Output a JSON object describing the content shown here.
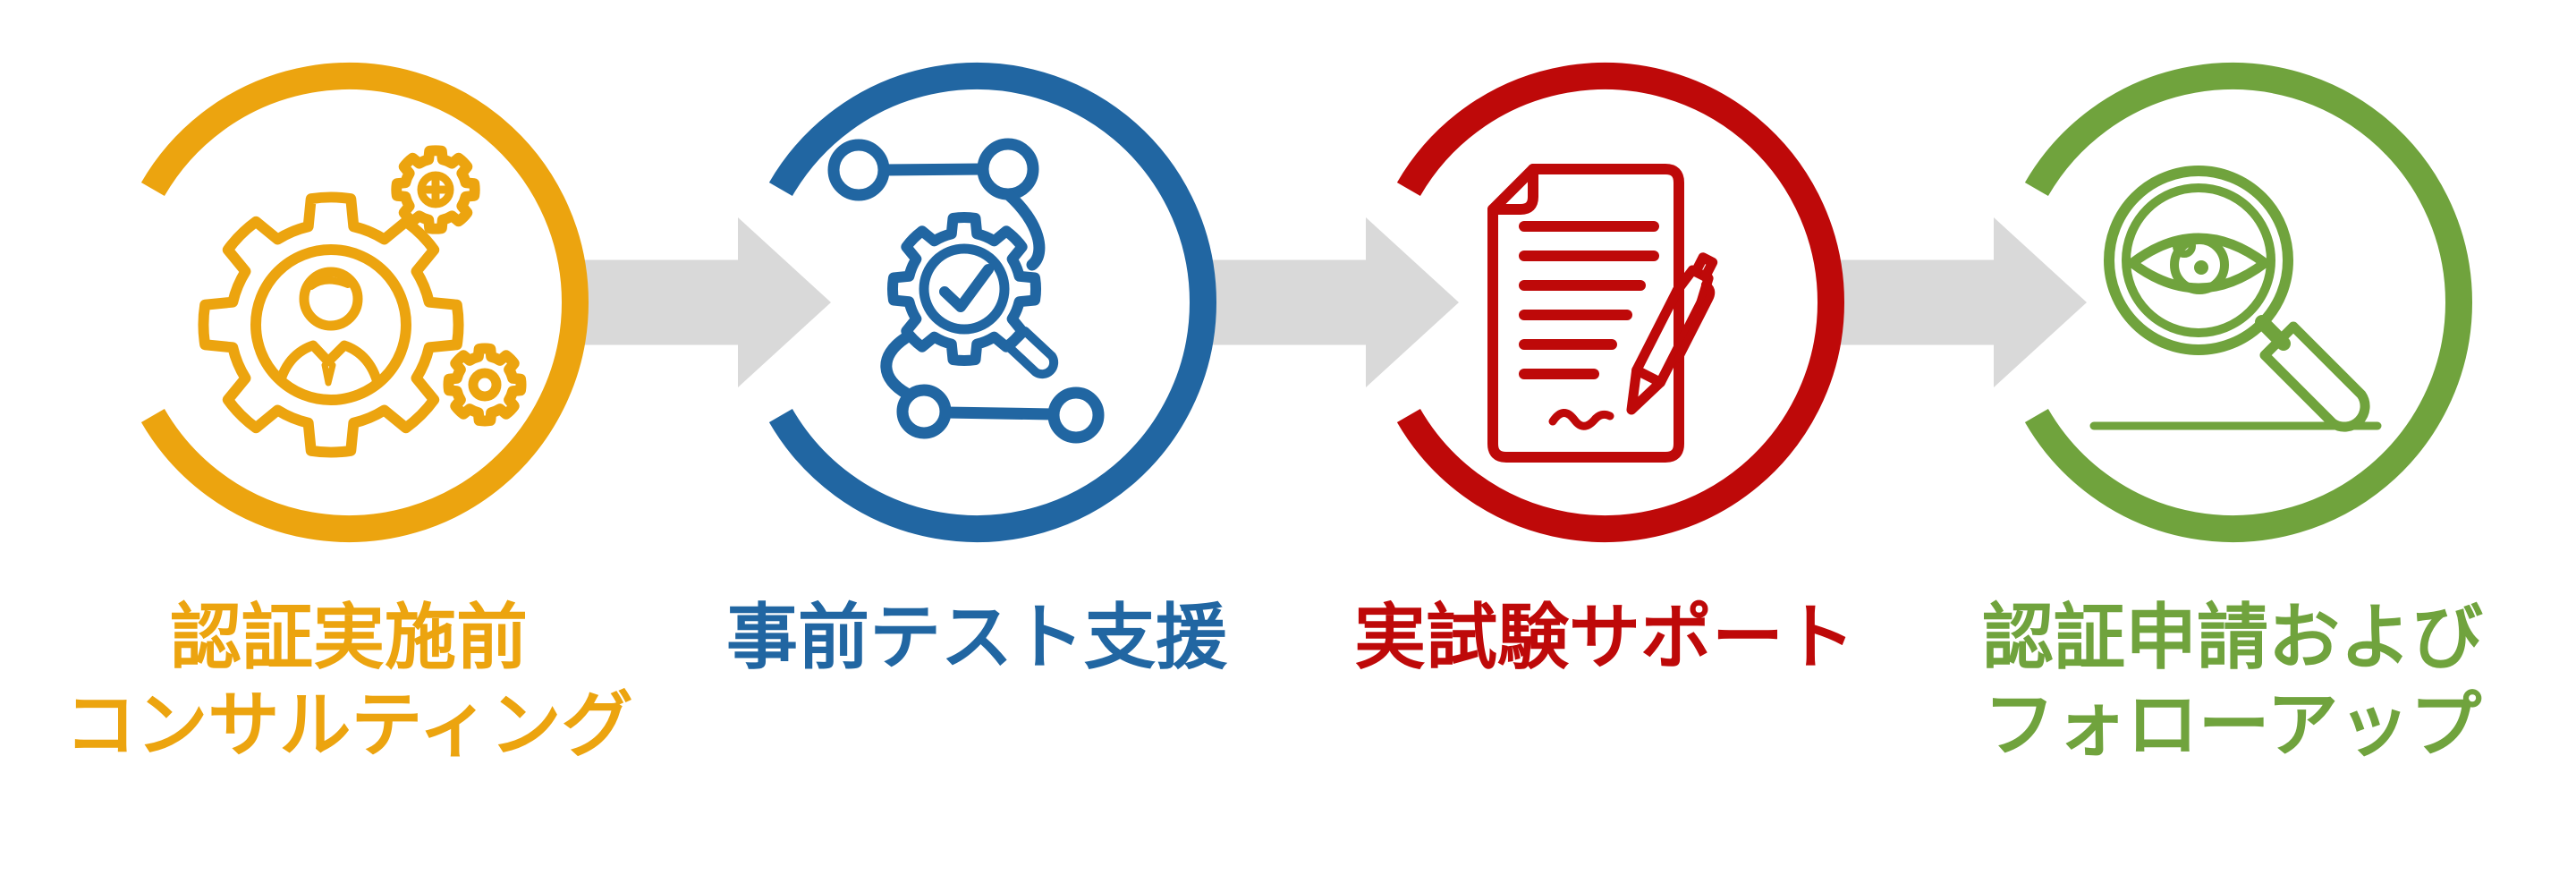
{
  "diagram": {
    "background": "#FFFFFF",
    "arrow_color": "#D9D9D9",
    "steps": [
      {
        "label_line1": "認証実施前",
        "label_line2": "コンサルティング",
        "color": "#ECA40F",
        "icon": "gears-person-icon"
      },
      {
        "label_line1": "事前テスト支援",
        "label_line2": "",
        "color": "#2166A2",
        "icon": "process-gear-check-icon"
      },
      {
        "label_line1": "実試験サポート",
        "label_line2": "",
        "color": "#BE0909",
        "icon": "document-pen-icon"
      },
      {
        "label_line1": "認証申請および",
        "label_line2": "フォローアップ",
        "color": "#70A33D",
        "icon": "magnifier-eye-icon"
      }
    ]
  }
}
